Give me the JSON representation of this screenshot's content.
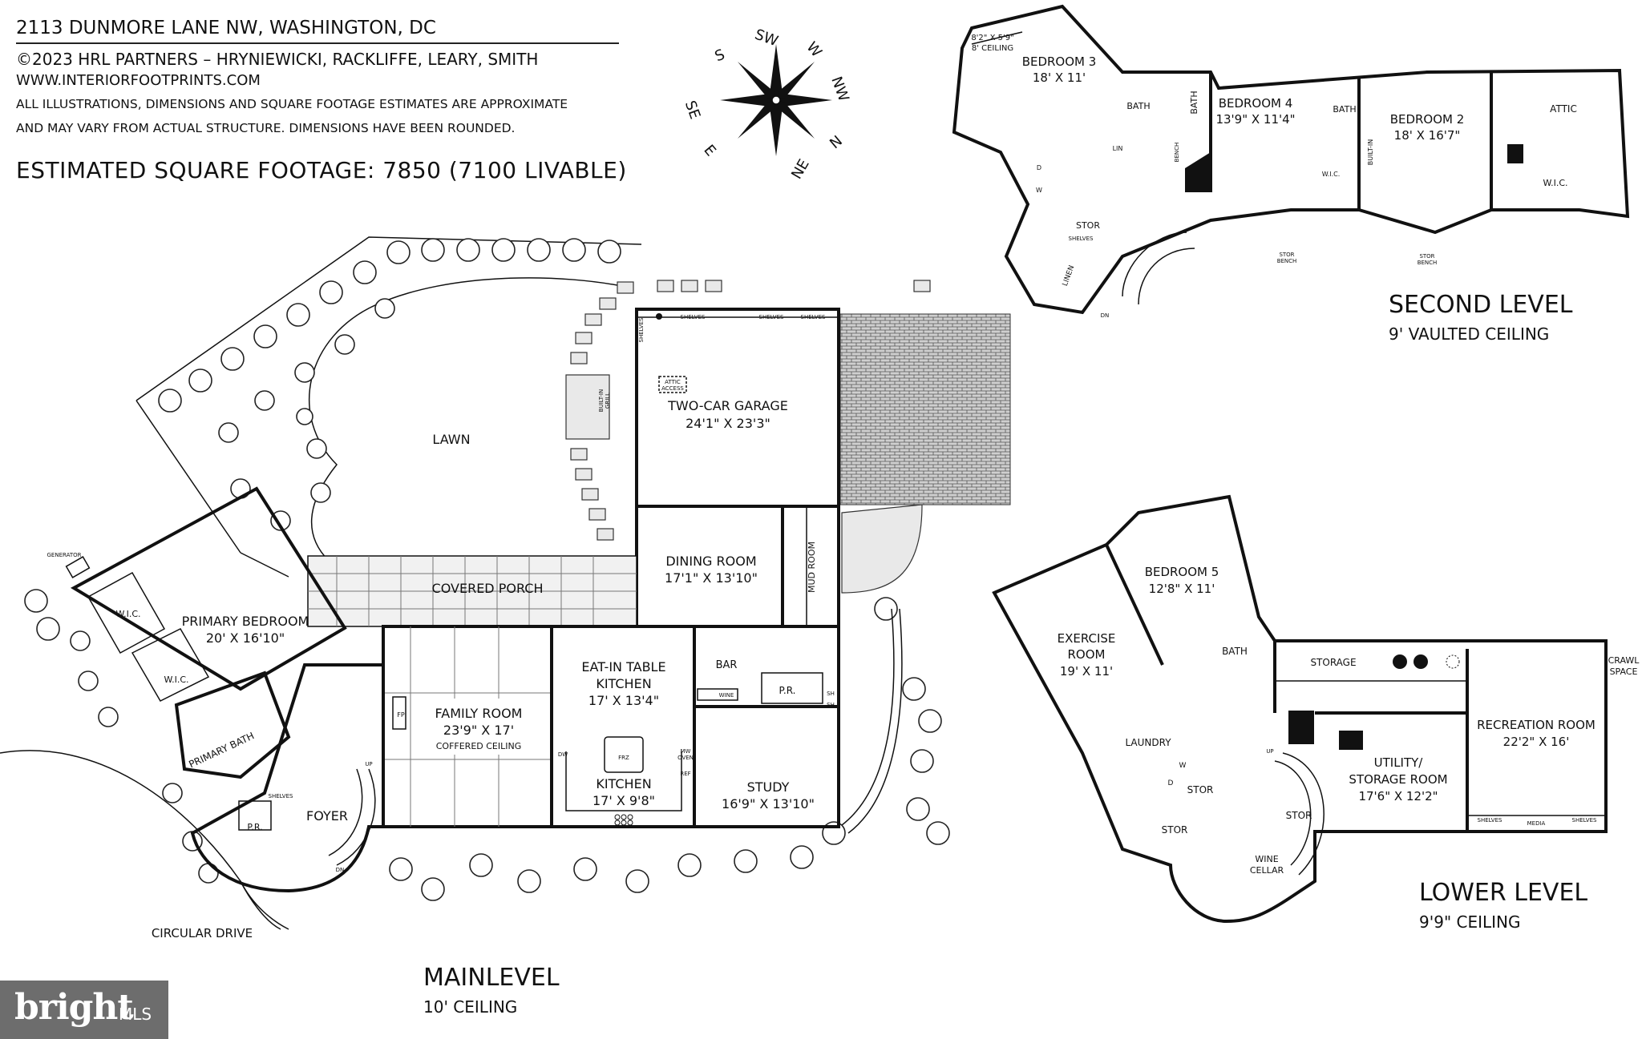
{
  "header": {
    "address": "2113 DUNMORE LANE NW, WASHINGTON, DC",
    "copyright": "©2023 HRL PARTNERS – HRYNIEWICKI, RACKLIFFE, LEARY, SMITH",
    "website": "WWW.INTERIORFOOTPRINTS.COM",
    "disclaimer_1": "ALL ILLUSTRATIONS, DIMENSIONS AND SQUARE FOOTAGE ESTIMATES ARE APPROXIMATE",
    "disclaimer_2": "AND MAY VARY FROM ACTUAL STRUCTURE. DIMENSIONS HAVE BEEN ROUNDED.",
    "sqft": "ESTIMATED SQUARE FOOTAGE: 7850 (7100 LIVABLE)"
  },
  "compass": {
    "s": "S",
    "sw": "SW",
    "w": "W",
    "nw": "NW",
    "n": "N",
    "ne": "NE",
    "e": "E",
    "se": "SE"
  },
  "levels": {
    "main": {
      "name": "MAINLEVEL",
      "ceiling": "10' CEILING"
    },
    "second": {
      "name": "SECOND LEVEL",
      "ceiling": "9' VAULTED CEILING"
    },
    "lower": {
      "name": "LOWER LEVEL",
      "ceiling": "9'9\" CEILING"
    }
  },
  "main_rooms": {
    "lawn": "LAWN",
    "garage": "TWO-CAR GARAGE",
    "garage_dim": "24'1\" X 23'3\"",
    "shelves": "SHELVES",
    "attic_access_1": "ATTIC",
    "attic_access_2": "ACCESS",
    "builtin_grill_1": "BUILT-IN",
    "builtin_grill_2": "GRILL",
    "dining": "DINING ROOM",
    "dining_dim": "17'1\" X 13'10\"",
    "mud": "MUD ROOM",
    "porch": "COVERED PORCH",
    "primary": "PRIMARY BEDROOM",
    "primary_dim": "20' X 16'10\"",
    "wic": "W.I.C.",
    "primary_bath": "PRIMARY BATH",
    "generator": "GENERATOR",
    "family": "FAMILY ROOM",
    "family_dim": "23'9\" X 17'",
    "family_note": "COFFERED CEILING",
    "fp": "FP",
    "eatin_1": "EAT-IN TABLE",
    "eatin_2": "KITCHEN",
    "eatin_dim": "17' X 13'4\"",
    "bar": "BAR",
    "wine": "WINE",
    "pr": "P.R.",
    "sh": "SH",
    "kitchen": "KITCHEN",
    "kitchen_dim": "17' X 9'8\"",
    "dw": "DW",
    "frz": "FRZ",
    "mw": "MW",
    "oven": "OVEN",
    "ref": "REF",
    "study": "STUDY",
    "study_dim": "16'9\" X 13'10\"",
    "foyer": "FOYER",
    "up": "UP",
    "dn": "DN",
    "circular_drive": "CIRCULAR DRIVE"
  },
  "second_rooms": {
    "bed3": "BEDROOM 3",
    "bed3_dim": "18' X 11'",
    "bed3_note_1": "8'2\" X 5'9\"",
    "bed3_note_2": "8' CEILING",
    "bath": "BATH",
    "lin": "LIN",
    "bench": "BENCH",
    "bed4": "BEDROOM 4",
    "bed4_dim": "13'9\" X 11'4\"",
    "bed2": "BEDROOM 2",
    "bed2_dim": "18' X 16'7\"",
    "wic": "W.I.C.",
    "builtin": "BUILT-IN",
    "attic": "ATTIC",
    "stor": "STOR",
    "shelves": "SHELVES",
    "linen": "LINEN",
    "dn": "DN",
    "stor_bench_1": "STOR",
    "stor_bench_2": "BENCH",
    "d": "D",
    "w": "W"
  },
  "lower_rooms": {
    "bed5": "BEDROOM 5",
    "bed5_dim": "12'8\" X 11'",
    "exercise_1": "EXERCISE",
    "exercise_2": "ROOM",
    "exercise_dim": "19' X 11'",
    "bath": "BATH",
    "storage": "STORAGE",
    "crawl_1": "CRAWL",
    "crawl_2": "SPACE",
    "recreation": "RECREATION ROOM",
    "recreation_dim": "22'2\" X 16'",
    "laundry": "LAUNDRY",
    "w": "W",
    "d": "D",
    "stor": "STOR",
    "utility_1": "UTILITY/",
    "utility_2": "STORAGE ROOM",
    "utility_dim": "17'6\" X 12'2\"",
    "up": "UP",
    "wine_1": "WINE",
    "wine_2": "CELLAR",
    "shelves": "SHELVES",
    "media": "MEDIA"
  },
  "watermark": {
    "brand": "bright",
    "suffix": "MLS"
  }
}
